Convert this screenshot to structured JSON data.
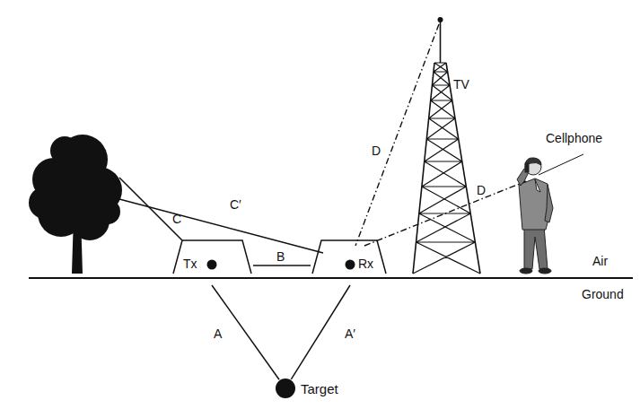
{
  "diagram": {
    "nodes": [
      {
        "text": [
          "Tx"
        ]
      },
      {
        "text": [
          "Rx"
        ]
      },
      {
        "text": [
          "Target"
        ]
      }
    ],
    "edges": [
      {
        "from": 0,
        "to": 1,
        "arrow": "none",
        "label": "B"
      },
      {
        "from": 0,
        "to": 2,
        "arrow": "none",
        "label": "A"
      },
      {
        "from": 2,
        "to": 1,
        "arrow": "none",
        "label": "A′"
      }
    ],
    "labels": [
      "C",
      "C′",
      "D",
      "TV",
      "D",
      "Cellphone",
      "Air",
      "Ground"
    ]
  }
}
